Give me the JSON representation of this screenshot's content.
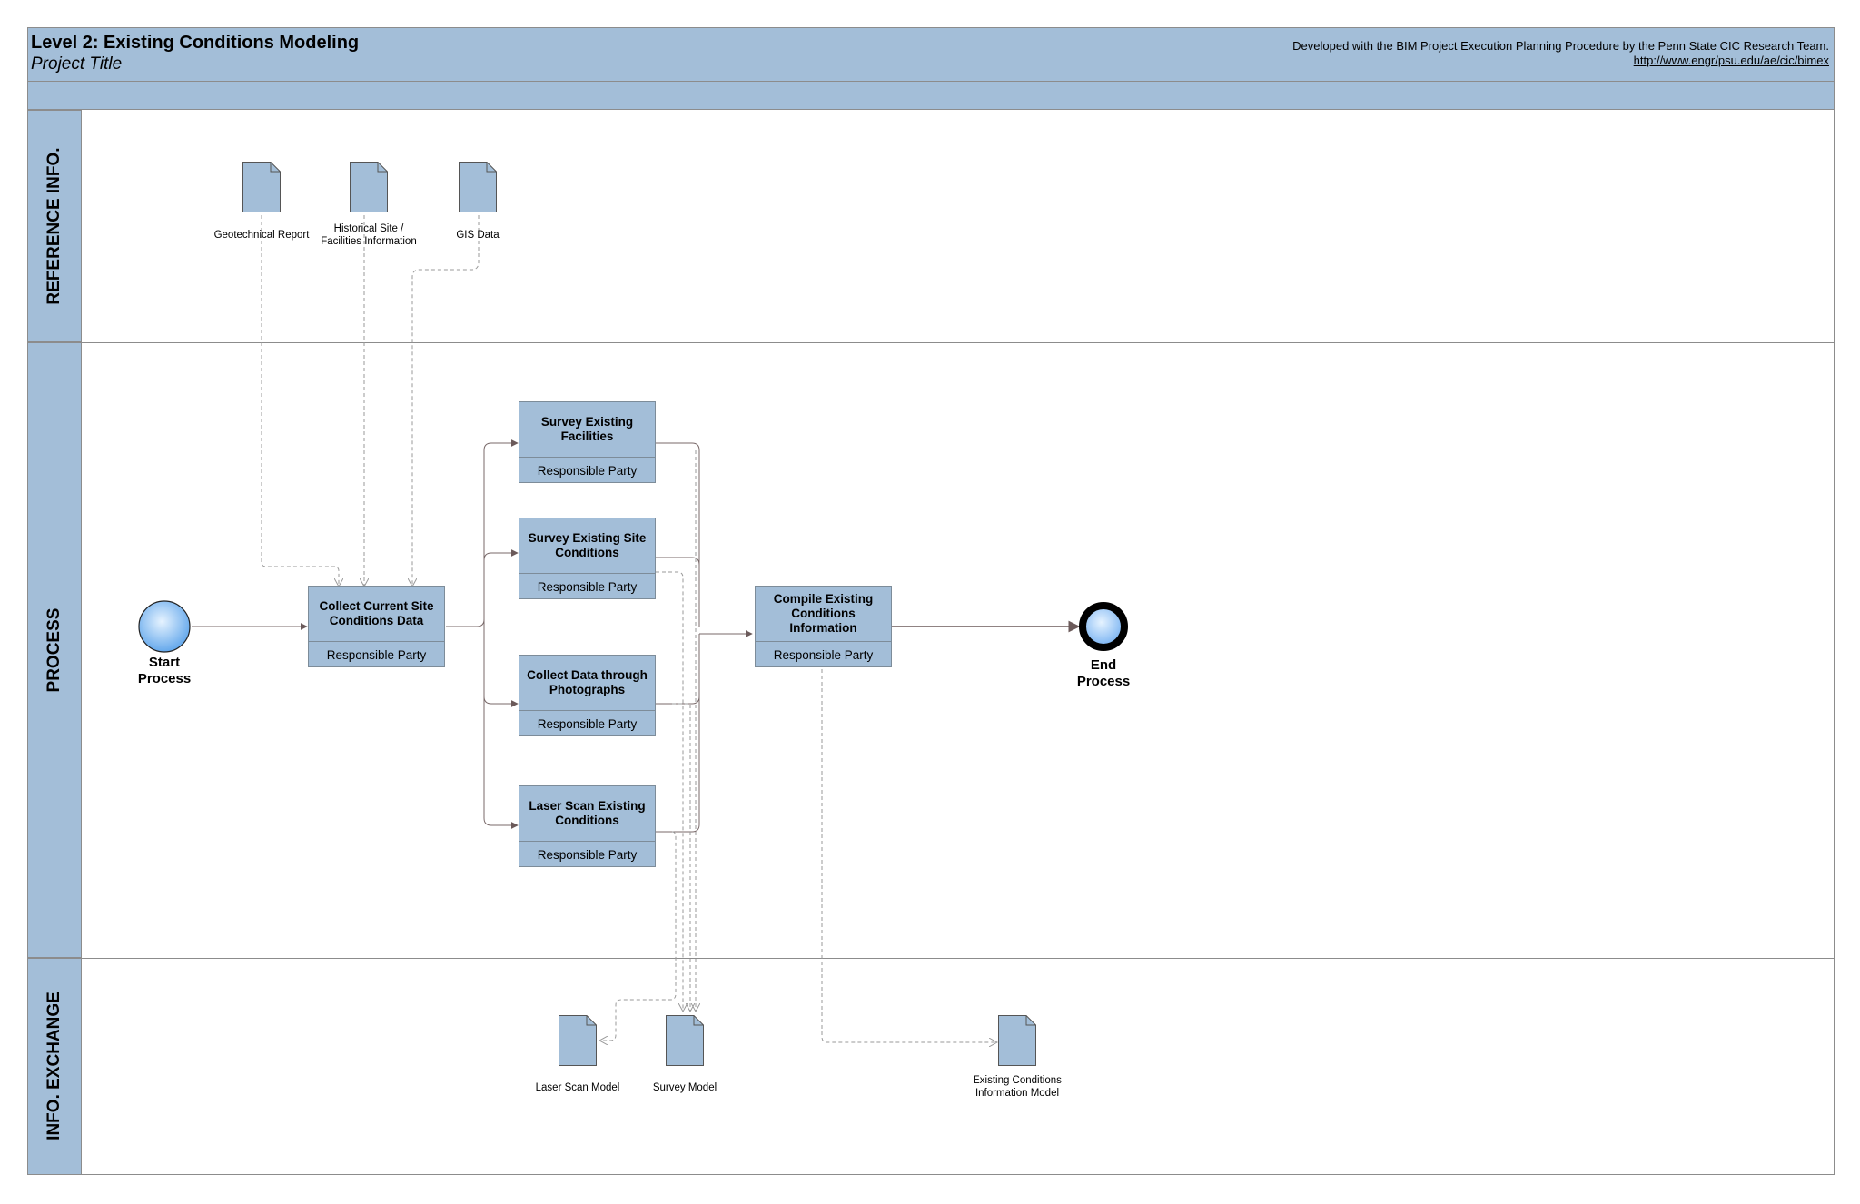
{
  "header": {
    "title": "Level 2: Existing Conditions Modeling",
    "subtitle": "Project Title",
    "credit": "Developed with the BIM Project Execution Planning Procedure by the Penn State CIC Research Team.",
    "link": "http://www.engr/psu.edu/ae/cic/bimex"
  },
  "lanes": {
    "reference": "REFERENCE INFO.",
    "process": "PROCESS",
    "exchange": "INFO. EXCHANGE"
  },
  "reference_docs": {
    "geotechnical": "Geotechnical Report",
    "historical_line1": "Historical Site /",
    "historical_line2": "Facilities Information",
    "gis": "GIS Data"
  },
  "events": {
    "start_line1": "Start",
    "start_line2": "Process",
    "end_line1": "End",
    "end_line2": "Process"
  },
  "tasks": {
    "collect": {
      "name": "Collect Current Site Conditions Data",
      "party": "Responsible Party"
    },
    "survey_facilities": {
      "name": "Survey Existing Facilities",
      "party": "Responsible Party"
    },
    "survey_site": {
      "name": "Survey Existing Site Conditions",
      "party": "Responsible Party"
    },
    "photographs": {
      "name": "Collect Data through Photographs",
      "party": "Responsible Party"
    },
    "laser_scan": {
      "name": "Laser Scan Existing Conditions",
      "party": "Responsible Party"
    },
    "compile": {
      "name": "Compile Existing Conditions Information",
      "party": "Responsible Party"
    }
  },
  "exchange_docs": {
    "laser_model": "Laser Scan Model",
    "survey_model": "Survey Model",
    "ec_model_line1": "Existing Conditions",
    "ec_model_line2": "Information Model"
  },
  "colors": {
    "band": "#a3bed8",
    "border": "#8c8c8c",
    "flow": "#7a6a6a",
    "dashed": "#9a9a9a"
  }
}
